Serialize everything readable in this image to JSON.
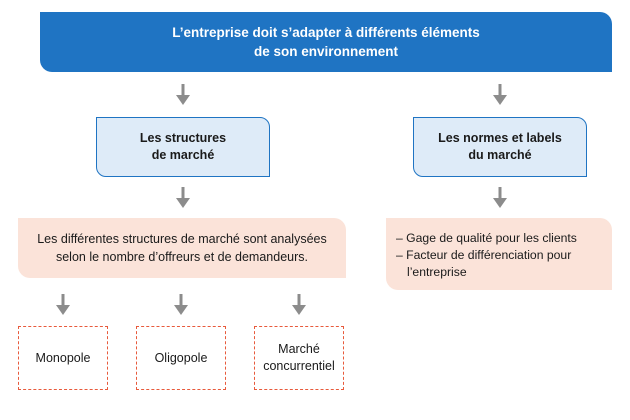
{
  "colors": {
    "banner_blue": "#1f74c3",
    "light_blue": "#deebf8",
    "pink": "#fbe3d9",
    "dashed_orange": "#e85a3c",
    "arrow_gray": "#8c8c8c"
  },
  "banner": {
    "line1": "L’entreprise doit s’adapter à différents éléments",
    "line2": "de son environnement"
  },
  "structures": {
    "line1": "Les structures",
    "line2": "de marché"
  },
  "normes": {
    "line1": "Les normes et labels",
    "line2": "du marché"
  },
  "analyse": {
    "line1": "Les différentes structures de marché sont analysées",
    "line2": "selon le nombre d’offreurs et de demandeurs."
  },
  "gage": {
    "item1": "– Gage de qualité pour les clients",
    "item2_line1": "– Facteur de différenciation pour",
    "item2_line2": "l’entreprise"
  },
  "types": {
    "monopole": "Monopole",
    "oligopole": "Oligopole",
    "marche_line1": "Marché",
    "marche_line2": "concurrentiel"
  }
}
